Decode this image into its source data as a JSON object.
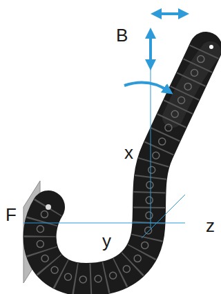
{
  "diagram": {
    "labels": [
      "B",
      "x",
      "y",
      "z",
      "F"
    ]
  }
}
